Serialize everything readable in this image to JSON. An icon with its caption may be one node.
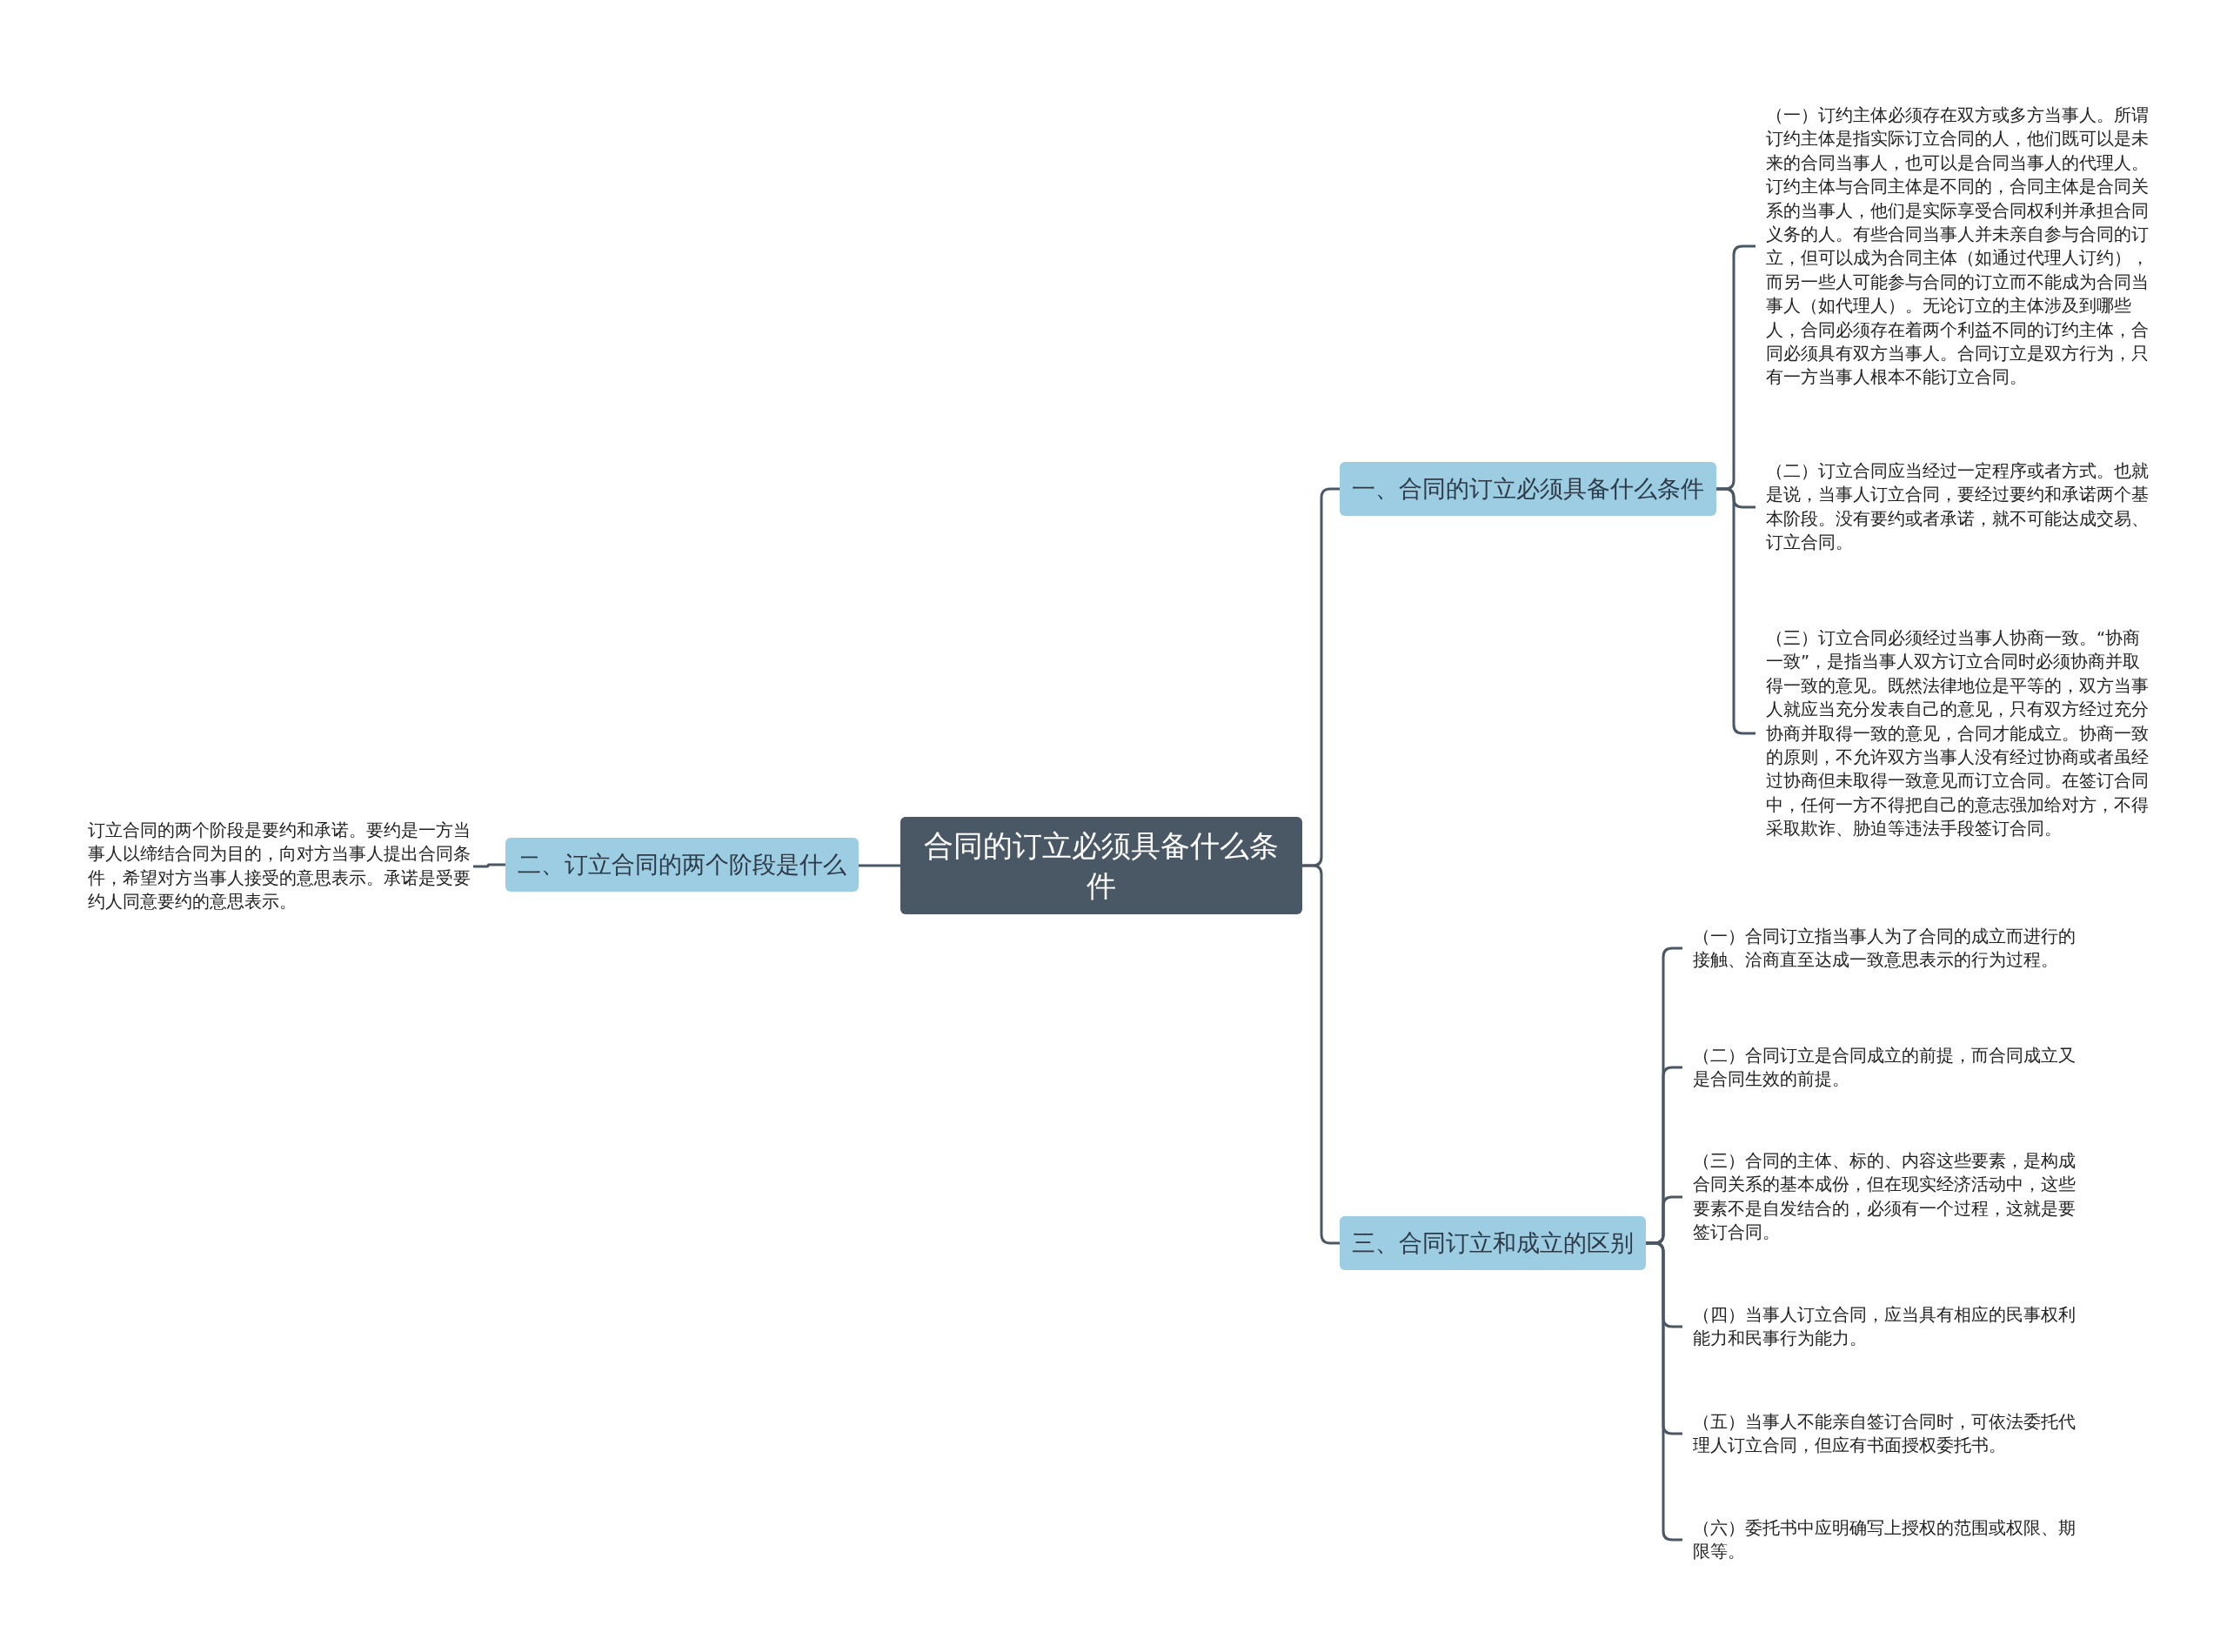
{
  "diagram": {
    "nodes": [
      {
        "text": [
          "合同的订立必须具备什么条件"
        ]
      },
      {
        "text": [
          "一、合同的订立必须具备什么条件"
        ]
      },
      {
        "text": [
          "（一）订约主体必须存在双方或多方当事人。所谓订约主体是指实际订立合同的人，他们既可以是未来的合同当事人，也可以是合同当事人的代理人。订约主体与合同主体是不同的，合同主体是合同关系的当事人，他们是实际享受合同权利并承担合同义务的人。有些合同当事人并未亲自参与合同的订立，但可以成为合同主体（如通过代理人订约），而另一些人可能参与合同的订立而不能成为合同当事人（如代理人）。无论订立的主体涉及到哪些人，合同必须存在着两个利益不同的订约主体，合同必须具有双方当事人。合同订立是双方行为，只有一方当事人根本不能订立合同。"
        ]
      },
      {
        "text": [
          "（二）订立合同应当经过一定程序或者方式。也就是说，当事人订立合同，要经过要约和承诺两个基本阶段。没有要约或者承诺，就不可能达成交易、订立合同。"
        ]
      },
      {
        "text": [
          "（三）订立合同必须经过当事人协商一致。“协商一致”，是指当事人双方订立合同时必须协商并取得一致的意见。既然法律地位是平等的，双方当事人就应当充分发表自己的意见，只有双方经过充分协商并取得一致的意见，合同才能成立。协商一致的原则，不允许双方当事人没有经过协商或者虽经过协商但未取得一致意见而订立合同。在签订合同中，任何一方不得把自己的意志强加给对方，不得采取欺诈、胁迫等违法手段签订合同。"
        ]
      },
      {
        "text": [
          "二、订立合同的两个阶段是什么"
        ]
      },
      {
        "text": [
          "订立合同的两个阶段是要约和承诺。要约是一方当事人以缔结合同为目的，向对方当事人提出合同条件，希望对方当事人接受的意思表示。承诺是受要约人同意要约的意思表示。"
        ]
      },
      {
        "text": [
          "三、合同订立和成立的区别"
        ]
      },
      {
        "text": [
          "（一）合同订立指当事人为了合同的成立而进行的接触、洽商直至达成一致意思表示的行为过程。"
        ]
      },
      {
        "text": [
          "（二）合同订立是合同成立的前提，而合同成立又是合同生效的前提。"
        ]
      },
      {
        "text": [
          "（三）合同的主体、标的、内容这些要素，是构成合同关系的基本成份，但在现实经济活动中，这些要素不是自发结合的，必须有一个过程，这就是要签订合同。"
        ]
      },
      {
        "text": [
          "（四）当事人订立合同，应当具有相应的民事权利能力和民事行为能力。"
        ]
      },
      {
        "text": [
          "（五）当事人不能亲自签订合同时，可依法委托代理人订立合同，但应有书面授权委托书。"
        ]
      },
      {
        "text": [
          "（六）委托书中应明确写上授权的范围或权限、期限等。"
        ]
      }
    ],
    "edges": [
      {
        "from": 0,
        "to": 1,
        "arrow": "none"
      },
      {
        "from": 1,
        "to": 2,
        "arrow": "none"
      },
      {
        "from": 1,
        "to": 3,
        "arrow": "none"
      },
      {
        "from": 1,
        "to": 4,
        "arrow": "none"
      },
      {
        "from": 0,
        "to": 5,
        "arrow": "none"
      },
      {
        "from": 5,
        "to": 6,
        "arrow": "none"
      },
      {
        "from": 0,
        "to": 7,
        "arrow": "none"
      },
      {
        "from": 7,
        "to": 8,
        "arrow": "none"
      },
      {
        "from": 7,
        "to": 9,
        "arrow": "none"
      },
      {
        "from": 7,
        "to": 10,
        "arrow": "none"
      },
      {
        "from": 7,
        "to": 11,
        "arrow": "none"
      },
      {
        "from": 7,
        "to": 12,
        "arrow": "none"
      },
      {
        "from": 7,
        "to": 13,
        "arrow": "none"
      }
    ]
  }
}
